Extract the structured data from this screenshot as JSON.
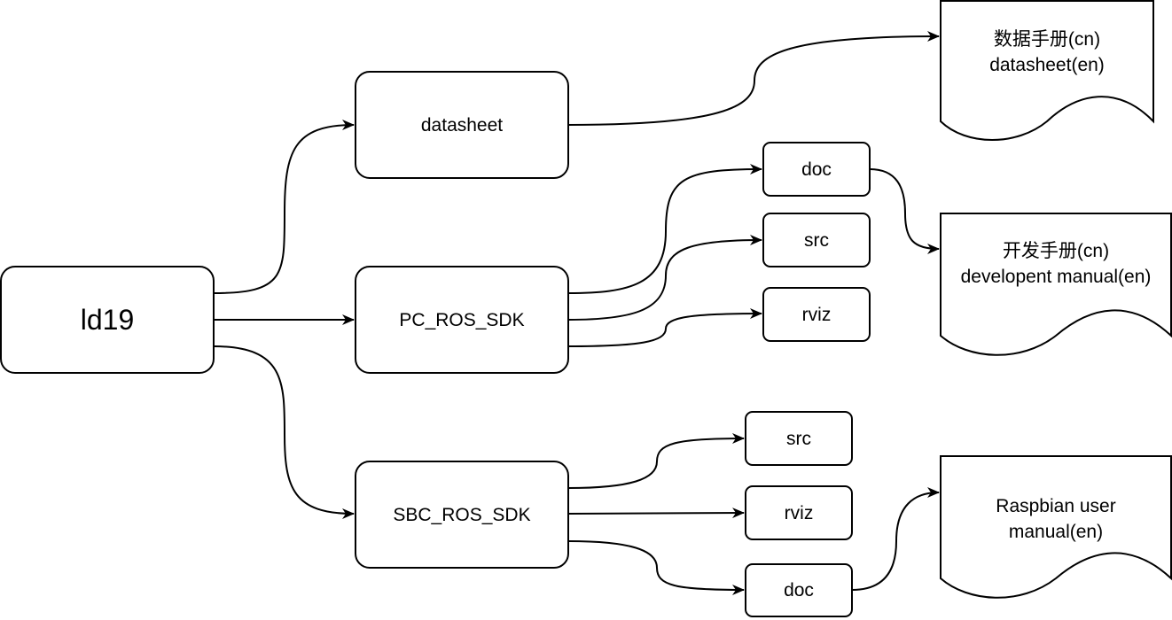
{
  "nodes": {
    "root": "ld19",
    "datasheet": "datasheet",
    "pc_ros_sdk": "PC_ROS_SDK",
    "sbc_ros_sdk": "SBC_ROS_SDK",
    "pc_doc": "doc",
    "pc_src": "src",
    "pc_rviz": "rviz",
    "sbc_src": "src",
    "sbc_rviz": "rviz",
    "sbc_doc": "doc"
  },
  "documents": {
    "datasheet_doc": {
      "line1": "数据手册(cn)",
      "line2": "datasheet(en)"
    },
    "dev_manual": {
      "line1": "开发手册(cn)",
      "line2": "developent manual(en)"
    },
    "raspbian_manual": {
      "line1": "Raspbian user",
      "line2": "manual(en)"
    }
  },
  "colors": {
    "stroke": "#000000",
    "fill": "#ffffff"
  }
}
